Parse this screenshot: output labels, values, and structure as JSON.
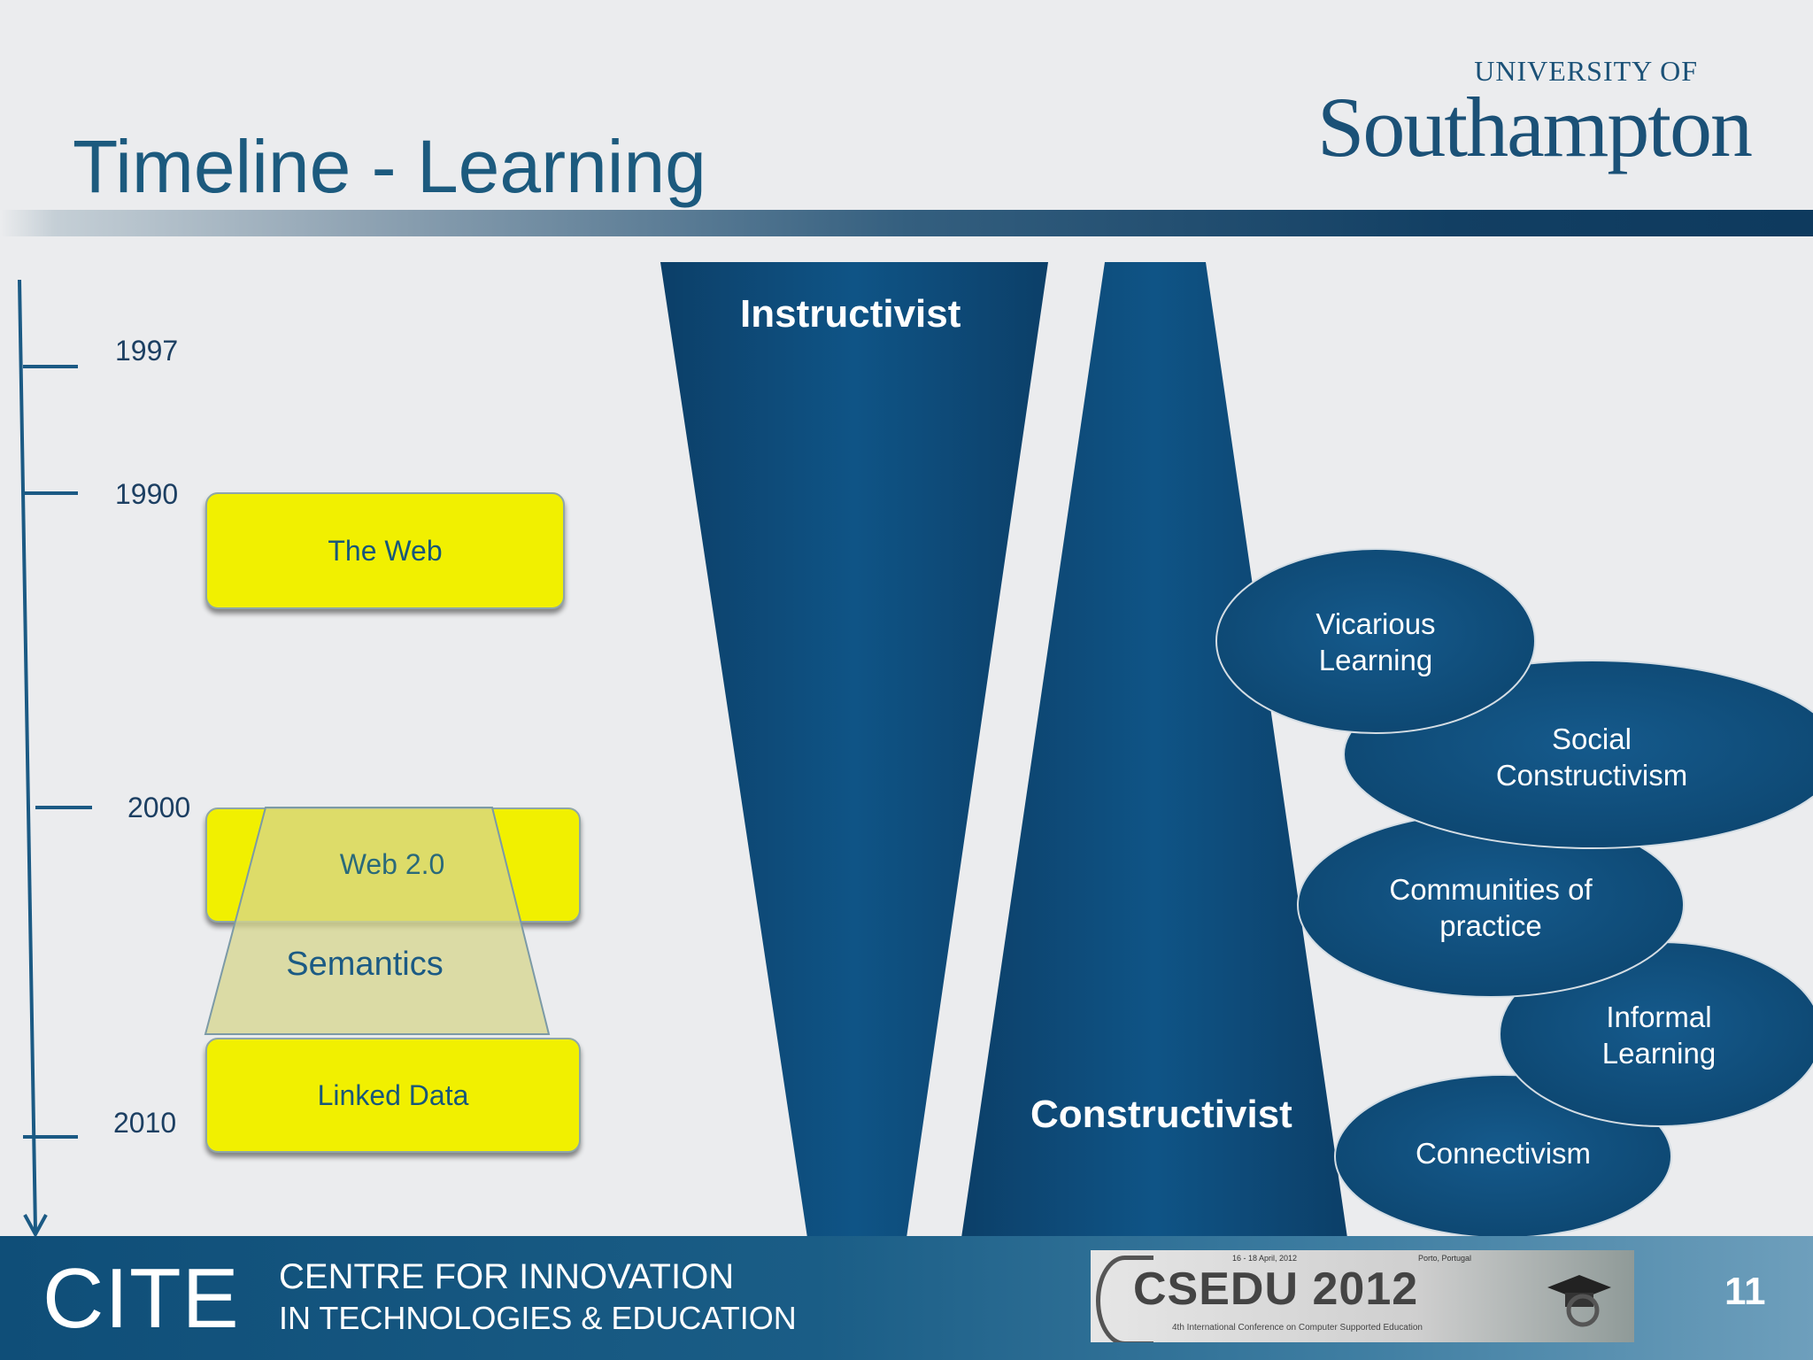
{
  "slide": {
    "title": "Timeline - Learning",
    "logo": {
      "small": "UNIVERSITY OF",
      "big": "Southampton"
    }
  },
  "timeline": {
    "years": [
      "1997",
      "1990",
      "2000",
      "2010"
    ]
  },
  "boxes": {
    "the_web": "The Web",
    "web20": "Web 2.0",
    "semantics": "Semantics",
    "linked_data": "Linked Data"
  },
  "wedges": {
    "instructivist": "Instructivist",
    "constructivist": "Constructivist"
  },
  "theories": [
    {
      "line1": "Vicarious",
      "line2": "Learning"
    },
    {
      "line1": "Social",
      "line2": "Constructivism"
    },
    {
      "line1": "Communities of",
      "line2": "practice"
    },
    {
      "line1": "Informal",
      "line2": "Learning"
    },
    {
      "line1": "Connectivism",
      "line2": ""
    }
  ],
  "footer": {
    "cite": "CITE",
    "line1": "CENTRE FOR INNOVATION",
    "line2": "IN TECHNOLOGIES & EDUCATION",
    "conference": {
      "name": "CSEDU 2012",
      "dates": "16 - 18 April, 2012",
      "place": "Porto, Portugal",
      "description": "4th International Conference on Computer Supported Education"
    },
    "page_number": "11"
  },
  "colors": {
    "title": "#1c5a7e",
    "wedge": "#0d4a78",
    "box_fill": "#f1f000",
    "footer": "#1a5d86"
  }
}
